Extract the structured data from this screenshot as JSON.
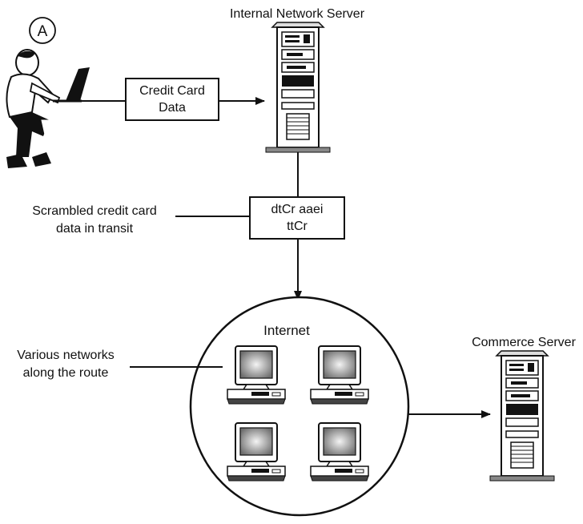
{
  "labels": {
    "internal_server": "Internal Network Server",
    "commerce_server": "Commerce Server",
    "internet": "Internet",
    "scrambled_line1": "Scrambled credit card",
    "scrambled_line2": "data in transit",
    "networks_line1": "Various networks",
    "networks_line2": "along the route",
    "user_marker": "A"
  },
  "boxes": {
    "credit_card_line1": "Credit Card",
    "credit_card_line2": "Data",
    "scrambled_line1": "dtCr aaei",
    "scrambled_line2": "ttCr"
  },
  "icons": {
    "user": "user-with-laptop-icon",
    "server": "tower-server-icon",
    "workstation": "desktop-computer-icon"
  }
}
